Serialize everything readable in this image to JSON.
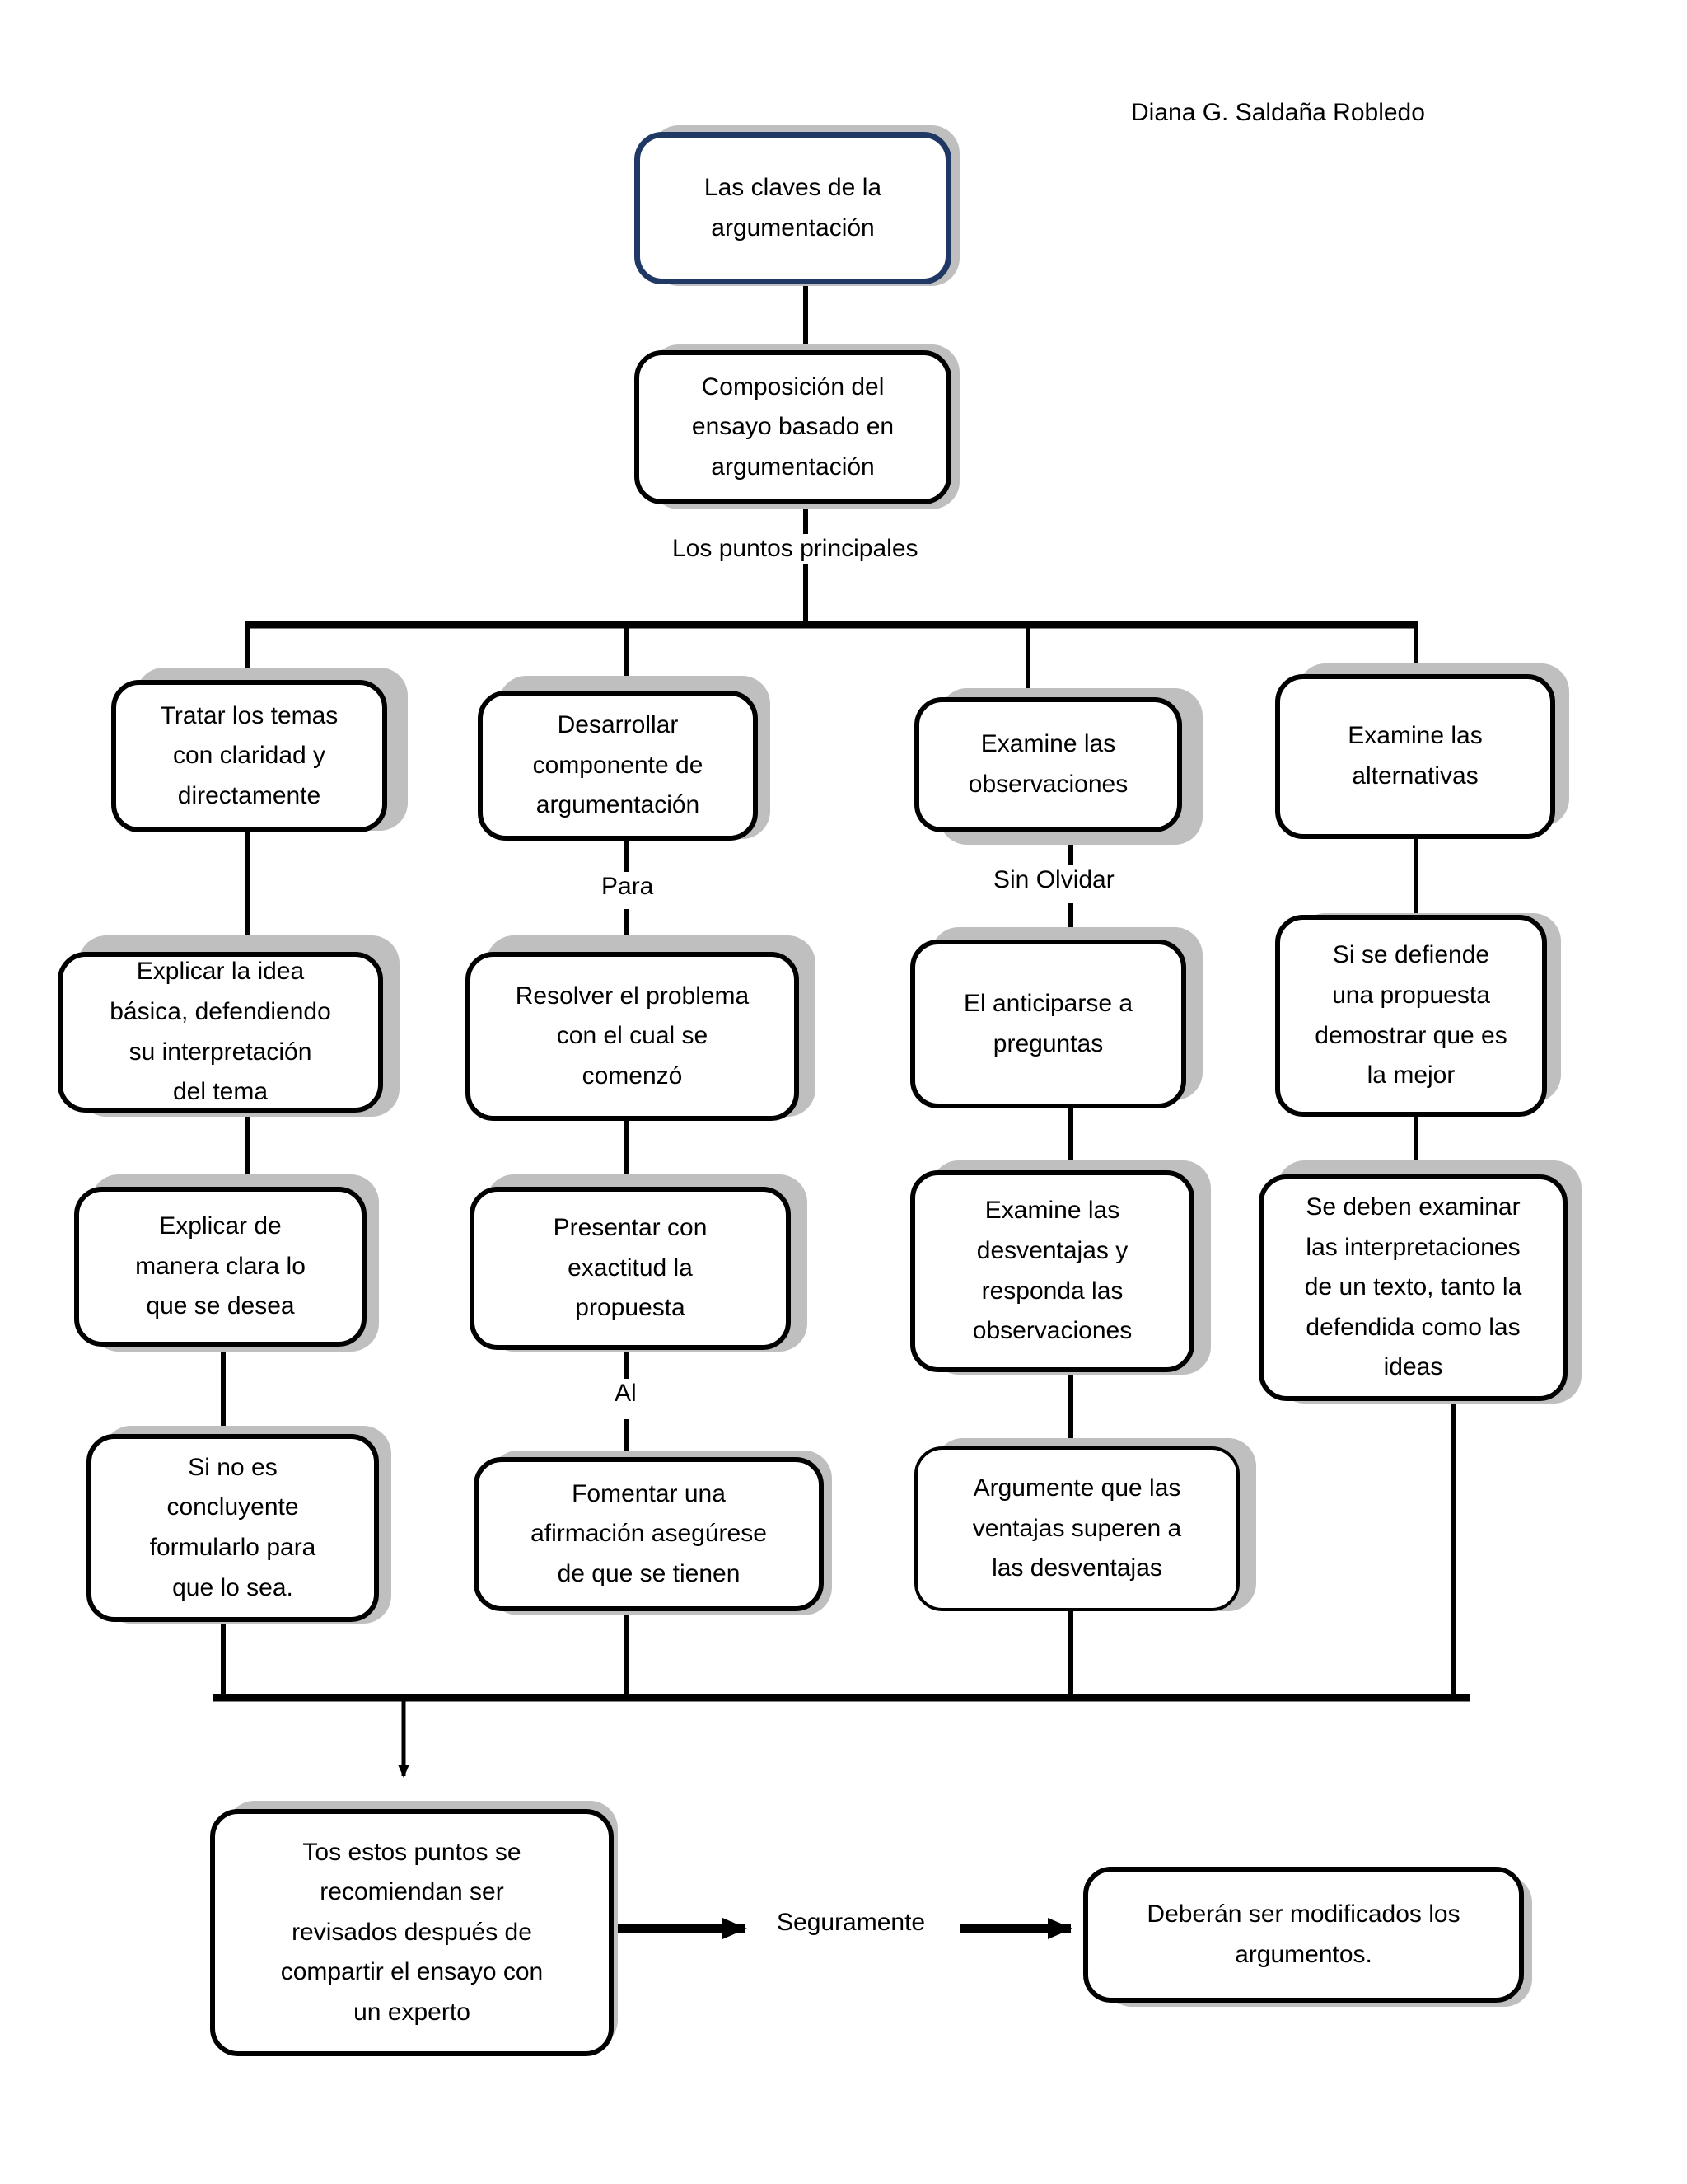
{
  "credit": {
    "name": "Diana G. Saldaña Robledo"
  },
  "nodes": {
    "root": {
      "label": "Las claves de la\nargumentación"
    },
    "composicion": {
      "label": "Composición del\nensayo basado en\nargumentación"
    },
    "c1r1": {
      "label": "Tratar los temas\ncon claridad y\ndirectamente"
    },
    "c1r2": {
      "label": "Explicar la idea\nbásica, defendiendo\nsu interpretación\ndel tema"
    },
    "c1r3": {
      "label": "Explicar de\nmanera clara lo\nque se desea"
    },
    "c1r4": {
      "label": "Si no es\nconcluyente\nformularlo para\nque lo sea."
    },
    "c2r1": {
      "label": "Desarrollar\ncomponente de\nargumentación"
    },
    "c2r2": {
      "label": "Resolver el problema\ncon el cual se\ncomenzó"
    },
    "c2r3": {
      "label": "Presentar con\nexactitud la\npropuesta"
    },
    "c2r4": {
      "label": "Fomentar una\nafirmación asegúrese\nde que se tienen"
    },
    "c3r1": {
      "label": "Examine las\nobservaciones"
    },
    "c3r2": {
      "label": "El anticiparse a\npreguntas"
    },
    "c3r3": {
      "label": "Examine las\ndesventajas y\nresponda las\nobservaciones"
    },
    "c3r4": {
      "label": "Argumente que las\nventajas superen a\nlas desventajas"
    },
    "c4r1": {
      "label": "Examine las\nalternativas"
    },
    "c4r2": {
      "label": "Si se defiende\nuna propuesta\ndemostrar que es\nla mejor"
    },
    "c4r3": {
      "label": "Se deben examinar\nlas interpretaciones\nde un texto, tanto la\ndefendida como las\nideas"
    },
    "final_left": {
      "label": "Tos estos puntos se\nrecomiendan ser\nrevisados después de\ncompartir el ensayo con\nun experto"
    },
    "final_right": {
      "label": "Deberán ser modificados los\nargumentos."
    }
  },
  "edge_labels": {
    "puntos_principales": "Los puntos principales",
    "para": "Para",
    "sin_olvidar": "Sin Olvidar",
    "al": "Al",
    "seguramente": "Seguramente"
  },
  "colors": {
    "root_border": "#1F3864",
    "box_border": "#000000",
    "box_fill": "#FFFFFF",
    "drop_shadow": "#BFBFBF",
    "connector": "#000000",
    "text": "#000000",
    "page_background": "#FFFFFF"
  }
}
